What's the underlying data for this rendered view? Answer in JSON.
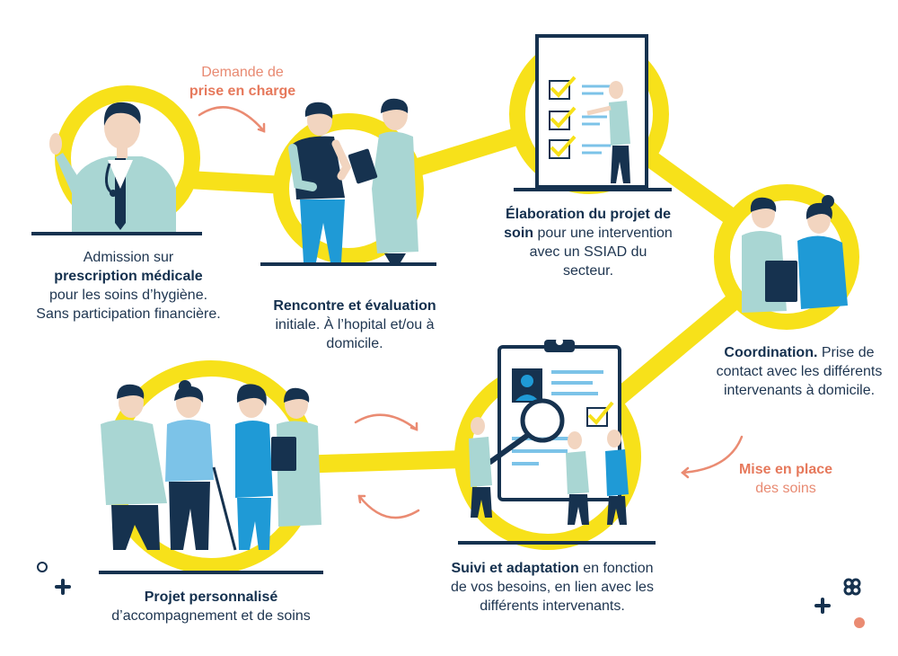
{
  "colors": {
    "yellow": "#f7e11a",
    "navy": "#16324f",
    "coral": "#ea8b72",
    "blue": "#1f9ad6",
    "teal": "#a9d6d3",
    "white": "#ffffff"
  },
  "steps": [
    {
      "bold": "prescription médicale",
      "pre": "Admission sur",
      "post": "pour les soins d’hygiène. Sans participation financière.",
      "illustration": "doctor-illustration"
    },
    {
      "bold": "Rencontre et évaluation",
      "post": "initiale. À l’hopital et/ou à domicile.",
      "illustration": "meeting-illustration"
    },
    {
      "bold": "Élaboration du projet de soin",
      "post": "pour une intervention avec un SSIAD du secteur.",
      "illustration": "checklist-illustration"
    },
    {
      "bold": "Coordination.",
      "post": "Prise de contact avec les différents intervenants à domicile.",
      "illustration": "coordination-illustration"
    },
    {
      "bold": "Suivi et adaptation",
      "post": "en fonction de vos besoins, en lien avec les différents intervenants.",
      "illustration": "clipboard-illustration"
    },
    {
      "bold": "Projet personnalisé",
      "post": "d’accompagnement et de soins",
      "illustration": "team-illustration"
    }
  ],
  "transitions": {
    "demande": {
      "line1": "Demande de",
      "line2": "prise en charge"
    },
    "mise": {
      "line1": "Mise en place",
      "line2": "des soins"
    }
  }
}
